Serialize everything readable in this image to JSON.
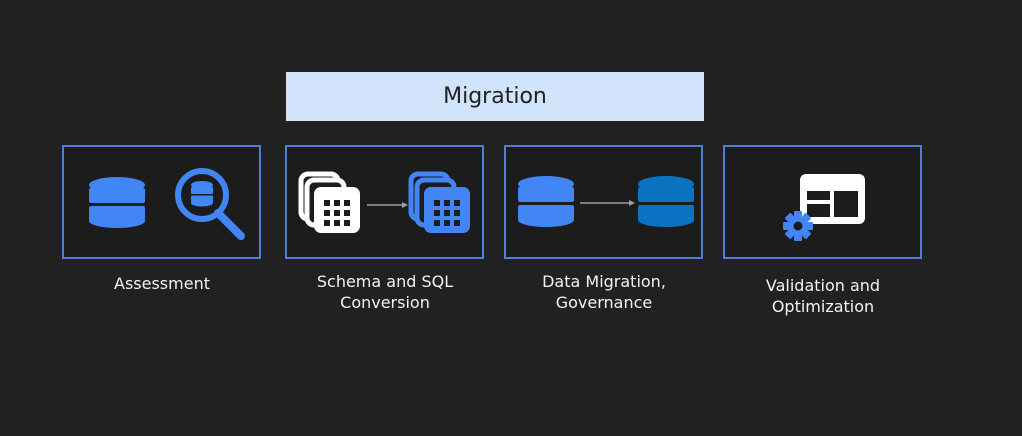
{
  "title": "Migration",
  "stages": [
    {
      "label_line1": "Assessment",
      "label_line2": "",
      "icons": [
        "database-icon",
        "database-search-icon"
      ]
    },
    {
      "label_line1": "Schema and SQL",
      "label_line2": "Conversion",
      "icons": [
        "table-stack-icon",
        "arrow-icon",
        "table-stack-icon"
      ]
    },
    {
      "label_line1": "Data Migration,",
      "label_line2": "Governance",
      "icons": [
        "database-icon",
        "arrow-icon",
        "database-icon"
      ]
    },
    {
      "label_line1": "Validation and",
      "label_line2": "Optimization",
      "icons": [
        "dashboard-window-icon",
        "gear-icon"
      ]
    }
  ],
  "colors": {
    "background": "#212121",
    "banner": "#d2e3fc",
    "border": "#4f7fd6",
    "icon_blue": "#4285f4",
    "icon_dark_blue": "#0b74c2",
    "icon_white": "#ffffff",
    "arrow": "#9aa0a6"
  }
}
